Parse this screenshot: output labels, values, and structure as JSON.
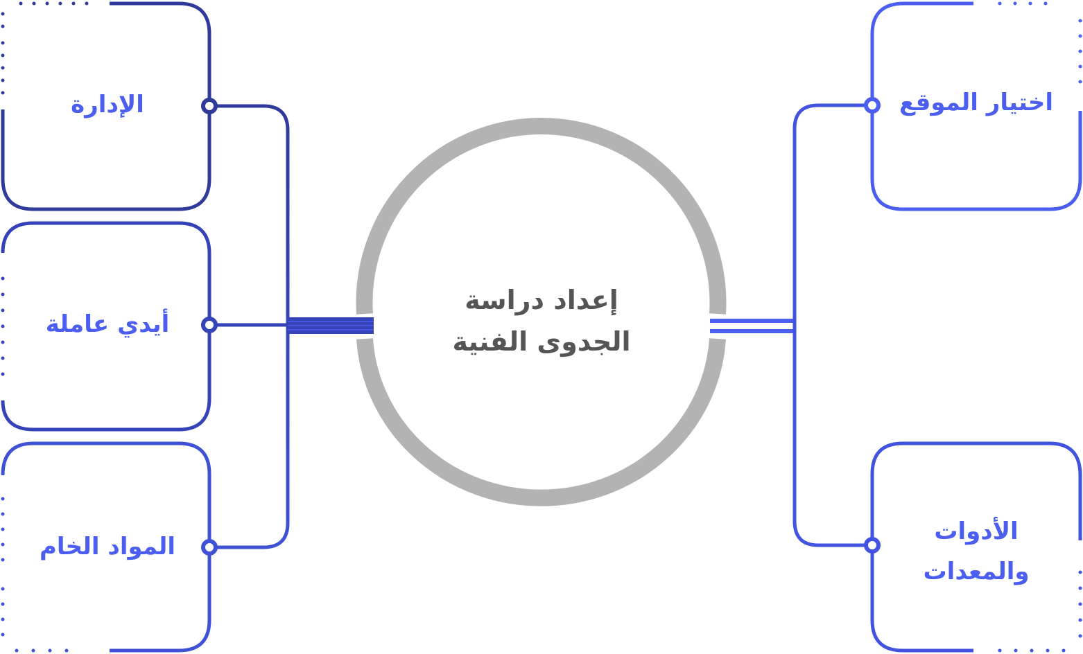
{
  "diagram": {
    "center": {
      "line1": "إعداد دراسة",
      "line2": "الجدوى الفنية"
    },
    "left_nodes": [
      {
        "label": "الإدارة"
      },
      {
        "label": "أيدي عاملة"
      },
      {
        "label": "المواد الخام"
      }
    ],
    "right_nodes": [
      {
        "label": "اختيار الموقع"
      },
      {
        "line1": "الأدوات",
        "line2": "والمعدات"
      }
    ]
  },
  "colors": {
    "dark_blue": "#2f3a9b",
    "mid_blue": "#3f52d6",
    "bright_blue": "#4b5ef0",
    "text_blue": "#4b5ef0",
    "circle_gray": "#b3b3b3",
    "center_text": "#555555"
  }
}
